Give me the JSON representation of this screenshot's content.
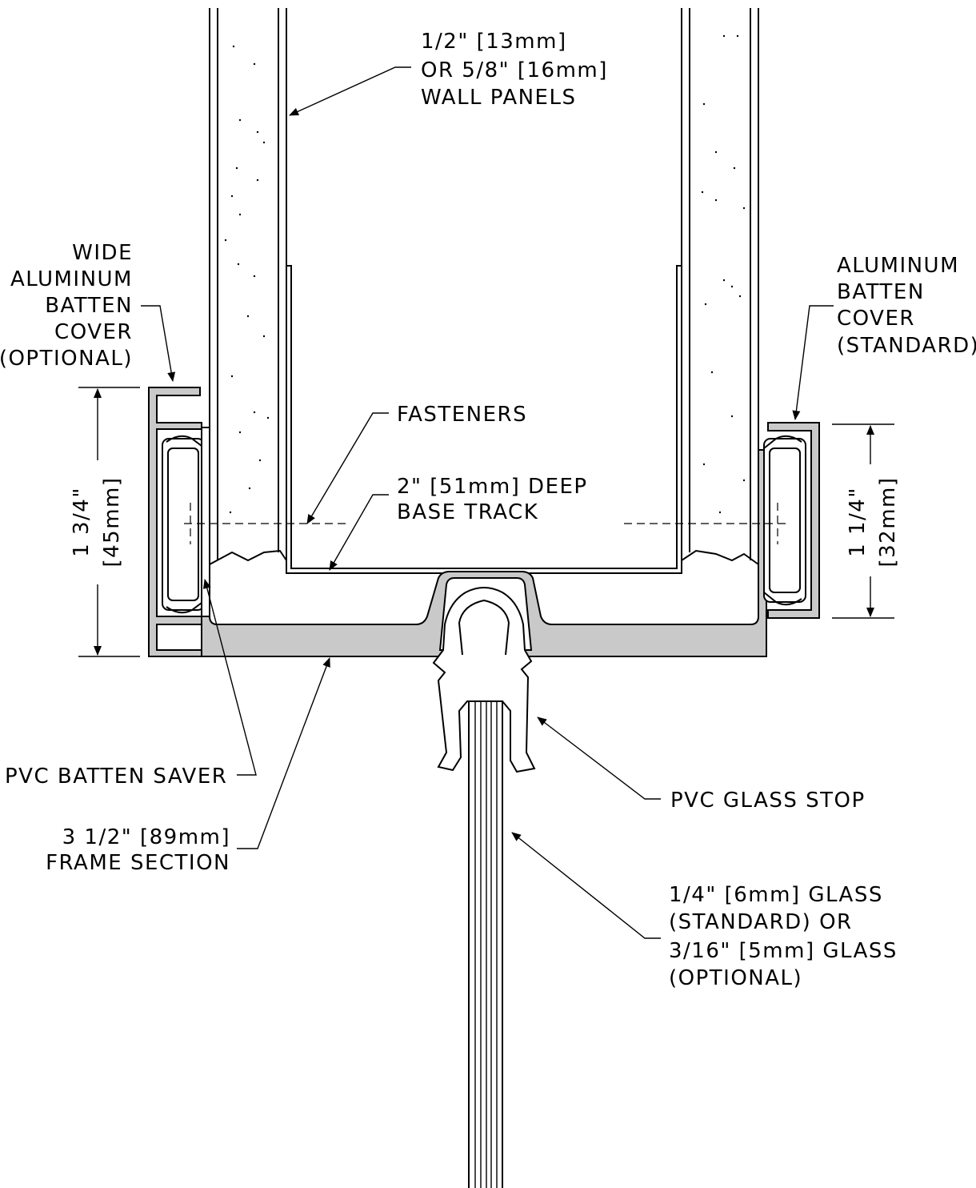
{
  "labels": {
    "wall_panels": [
      "1/2\" [13mm]",
      "OR 5/8\" [16mm]",
      "WALL PANELS"
    ],
    "wide_batten": [
      "WIDE",
      "ALUMINUM",
      "BATTEN",
      "COVER",
      "(OPTIONAL)"
    ],
    "std_batten": [
      "ALUMINUM",
      "BATTEN",
      "COVER",
      "(STANDARD)"
    ],
    "fasteners": "FASTENERS",
    "base_track": [
      "2\" [51mm] DEEP",
      "BASE TRACK"
    ],
    "dim_left": [
      "1 3/4\"",
      "[45mm]"
    ],
    "dim_right": [
      "1 1/4\"",
      "[32mm]"
    ],
    "pvc_batten_saver": "PVC BATTEN SAVER",
    "frame_section": [
      "3 1/2\" [89mm]",
      "FRAME SECTION"
    ],
    "pvc_glass_stop": "PVC GLASS STOP",
    "glass": [
      "1/4\" [6mm] GLASS",
      "(STANDARD) OR",
      "3/16\" [5mm] GLASS",
      "(OPTIONAL)"
    ]
  }
}
